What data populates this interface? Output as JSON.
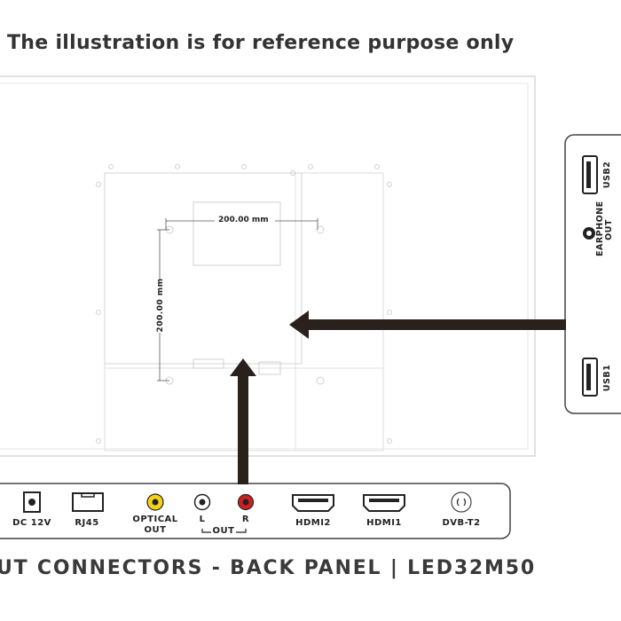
{
  "header": {
    "note": "The illustration is for reference purpose only"
  },
  "footer": {
    "title": "UT CONNECTORS - BACK PANEL | LED32M50"
  },
  "dimensions": {
    "horizontal": "200.00 mm",
    "vertical": "200.00 mm"
  },
  "side_panel": {
    "usb2": "USB2",
    "earphone": "EARPHONE OUT",
    "usb1": "USB1"
  },
  "bottom_panel": {
    "dc": "DC 12V",
    "rj45": "RJ45",
    "optical_line1": "OPTICAL",
    "optical_line2": "OUT",
    "left": "L",
    "right": "R",
    "out": "OUT",
    "hdmi2": "HDMI2",
    "hdmi1": "HDMI1",
    "dvb": "DVB-T2"
  },
  "colors": {
    "optical_port": "#f2d21a",
    "right_audio": "#d01f1f",
    "arrow": "#2a211d",
    "outline": "#d8d8d8",
    "panel_border": "#444444"
  }
}
